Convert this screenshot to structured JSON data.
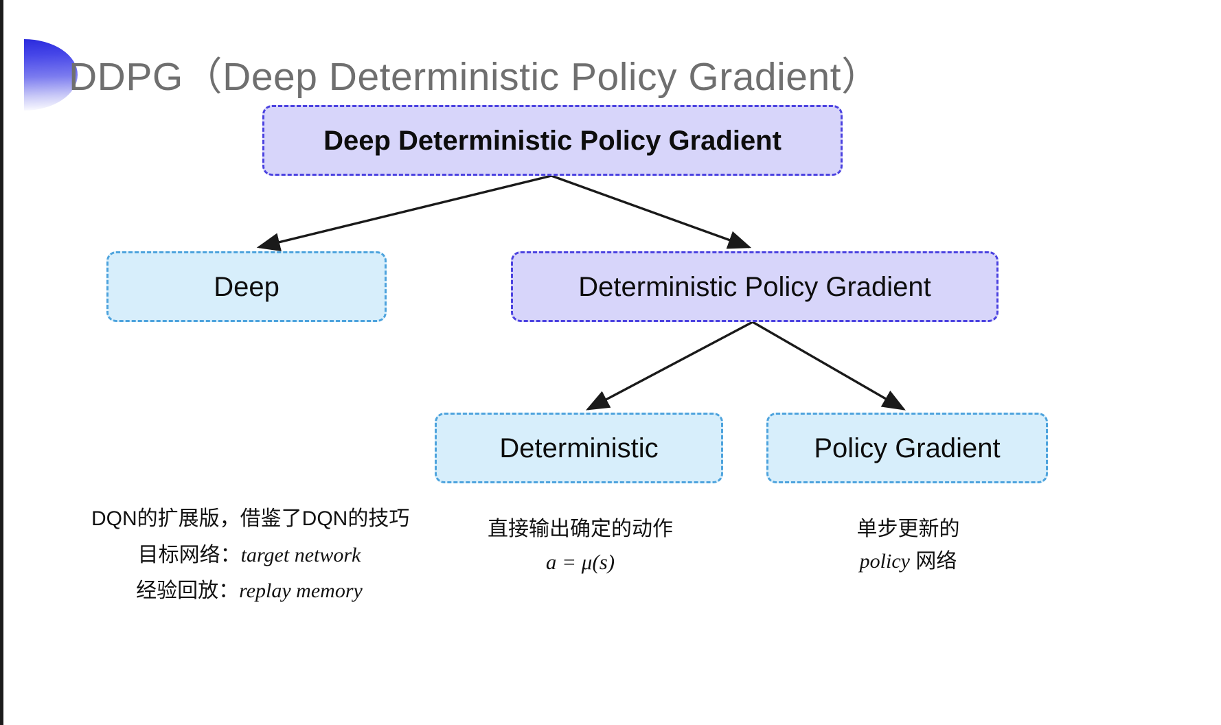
{
  "slide": {
    "title": "DDPG（Deep Deterministic Policy Gradient）",
    "background_color": "#ffffff",
    "accent_color": "#2b2bdd"
  },
  "diagram": {
    "type": "tree",
    "colors": {
      "purple_fill": "#d7d5fa",
      "purple_border": "#4b42e0",
      "cyan_fill": "#d7eefb",
      "cyan_border": "#4da3dd",
      "arrow": "#1a1a1a",
      "title_text": "#6f6f6f"
    },
    "nodes": [
      {
        "id": "root",
        "label": "Deep Deterministic Policy Gradient",
        "style": "purple"
      },
      {
        "id": "deep",
        "label": "Deep",
        "style": "cyan"
      },
      {
        "id": "dpg",
        "label": "Deterministic Policy Gradient",
        "style": "purple"
      },
      {
        "id": "det",
        "label": "Deterministic",
        "style": "cyan"
      },
      {
        "id": "pg",
        "label": "Policy Gradient",
        "style": "cyan"
      }
    ],
    "edges": [
      {
        "from": "root",
        "to": "deep"
      },
      {
        "from": "root",
        "to": "dpg"
      },
      {
        "from": "dpg",
        "to": "det"
      },
      {
        "from": "dpg",
        "to": "pg"
      }
    ]
  },
  "captions": {
    "deep": {
      "line1": "DQN的扩展版，借鉴了DQN的技巧",
      "line2_label": "目标网络：",
      "line2_term": "target network",
      "line3_label": "经验回放：",
      "line3_term": "replay memory"
    },
    "deterministic": {
      "line1": "直接输出确定的动作",
      "formula": "a = μ(s)"
    },
    "policy_gradient": {
      "line1": "单步更新的",
      "line2_term": "policy",
      "line2_suffix": " 网络"
    }
  }
}
